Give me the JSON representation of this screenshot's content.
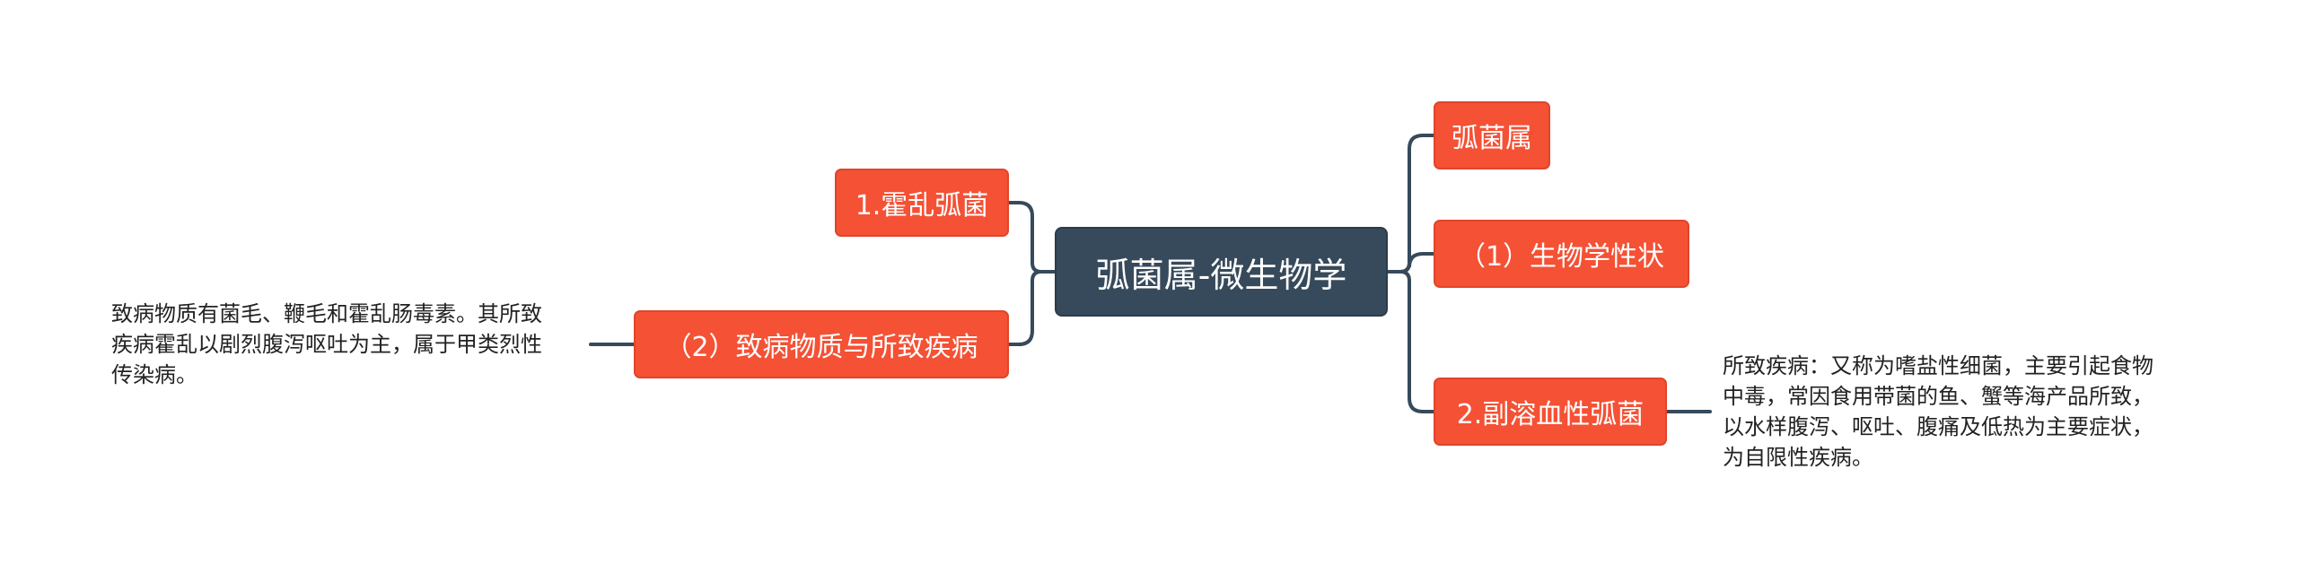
{
  "mindmap": {
    "root": {
      "label": "弧菌属-微生物学"
    },
    "left": [
      {
        "label": "1.霍乱弧菌"
      },
      {
        "label": "（2）致病物质与所致疾病"
      }
    ],
    "right": [
      {
        "label": "弧菌属"
      },
      {
        "label": "（1）生物学性状"
      },
      {
        "label": "2.副溶血性弧菌"
      }
    ],
    "notes": {
      "left": "致病物质有菌毛、鞭毛和霍乱肠毒素。其所致\n疾病霍乱以剧烈腹泻呕吐为主，属于甲类烈性\n传染病。",
      "right": "所致疾病：又称为嗜盐性细菌，主要引起食物\n中毒，常因食用带菌的鱼、蟹等海产品所致，\n以水样腹泻、呕吐、腹痛及低热为主要症状，\n为自限性疾病。"
    },
    "colors": {
      "root": "#364a5b",
      "topic": "#f45135",
      "connector": "#364a5b"
    }
  }
}
